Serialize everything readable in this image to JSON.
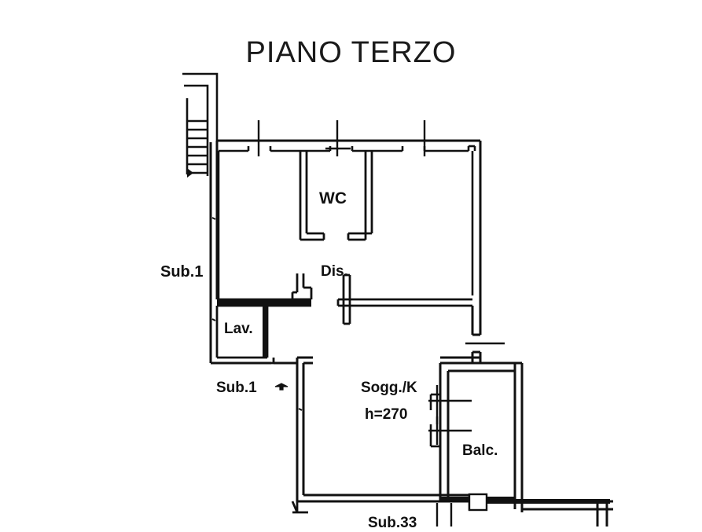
{
  "document": {
    "title": "PIANO TERZO",
    "type": "architectural-floor-plan",
    "language": "it",
    "background_color": "#ffffff",
    "line_color": "#111111"
  },
  "labels": {
    "wc": "WC",
    "dis": "Dis.",
    "lav": "Lav.",
    "sub1_left": "Sub.1",
    "sub1_lower": "Sub.1",
    "sogg_k": "Sogg./K",
    "height_note": "h=270",
    "balcone": "Balc.",
    "sub33": "Sub.33"
  },
  "rooms": [
    {
      "name": "WC",
      "label": "WC",
      "description": "bathroom"
    },
    {
      "name": "Dis.",
      "label": "Dis.",
      "description": "disimpegno / hallway"
    },
    {
      "name": "Lav.",
      "label": "Lav.",
      "description": "laundry"
    },
    {
      "name": "Sogg./K",
      "label": "Sogg./K",
      "description": "living room and kitchen",
      "ceiling_height_cm": 270
    },
    {
      "name": "Balc.",
      "label": "Balc.",
      "description": "balcony"
    }
  ],
  "subunits": [
    {
      "label": "Sub.1",
      "position": "left-upper"
    },
    {
      "label": "Sub.1",
      "position": "left-lower"
    },
    {
      "label": "Sub.33",
      "position": "bottom-center"
    }
  ],
  "symbols": {
    "staircase": "stair-run-upper-left",
    "direction_arrow": "arrow-left-marker",
    "window_markers_top_wall": 3,
    "window_markers_balcony": 2,
    "door_marker_right_wall": 1
  }
}
